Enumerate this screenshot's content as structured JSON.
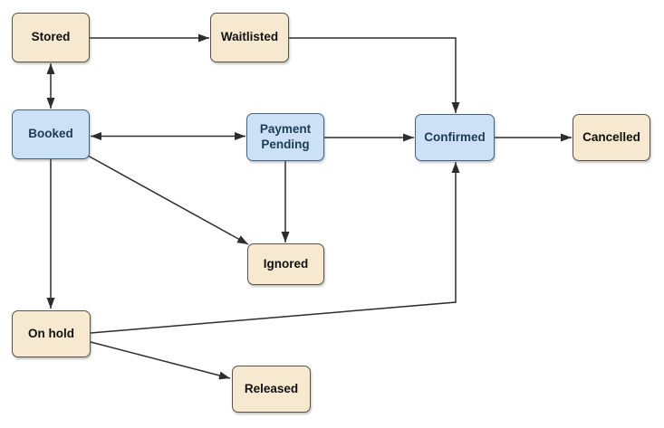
{
  "diagram": {
    "type": "state-flowchart",
    "colors": {
      "canvas-bg": "#ffffff",
      "warm-fill": "#f6e9cf",
      "warm-border": "#55534b",
      "warm-text": "#111111",
      "blue-fill": "#cde1f6",
      "blue-border": "#47617d",
      "blue-text": "#1d3a57",
      "edge-color": "#2d2d2d"
    },
    "nodes": [
      {
        "id": "stored",
        "label": "Stored",
        "kind": "warm"
      },
      {
        "id": "waitlisted",
        "label": "Waitlisted",
        "kind": "warm"
      },
      {
        "id": "booked",
        "label": "Booked",
        "kind": "blue"
      },
      {
        "id": "payment-pending",
        "label": "Payment Pending",
        "kind": "blue"
      },
      {
        "id": "confirmed",
        "label": "Confirmed",
        "kind": "blue"
      },
      {
        "id": "cancelled",
        "label": "Cancelled",
        "kind": "warm"
      },
      {
        "id": "ignored",
        "label": "Ignored",
        "kind": "warm"
      },
      {
        "id": "on-hold",
        "label": "On hold",
        "kind": "warm"
      },
      {
        "id": "released",
        "label": "Released",
        "kind": "warm"
      }
    ],
    "edges": [
      {
        "from": "Stored",
        "to": "Waitlisted",
        "arrows": "forward"
      },
      {
        "from": "Stored",
        "to": "Booked",
        "arrows": "both"
      },
      {
        "from": "Waitlisted",
        "to": "Confirmed",
        "arrows": "forward"
      },
      {
        "from": "Booked",
        "to": "Payment Pending",
        "arrows": "both"
      },
      {
        "from": "Payment Pending",
        "to": "Confirmed",
        "arrows": "forward"
      },
      {
        "from": "Confirmed",
        "to": "Cancelled",
        "arrows": "forward"
      },
      {
        "from": "Payment Pending",
        "to": "Ignored",
        "arrows": "forward"
      },
      {
        "from": "Booked",
        "to": "Ignored",
        "arrows": "forward"
      },
      {
        "from": "Booked",
        "to": "On hold",
        "arrows": "forward"
      },
      {
        "from": "On hold",
        "to": "Confirmed",
        "arrows": "forward"
      },
      {
        "from": "On hold",
        "to": "Released",
        "arrows": "forward"
      }
    ]
  }
}
